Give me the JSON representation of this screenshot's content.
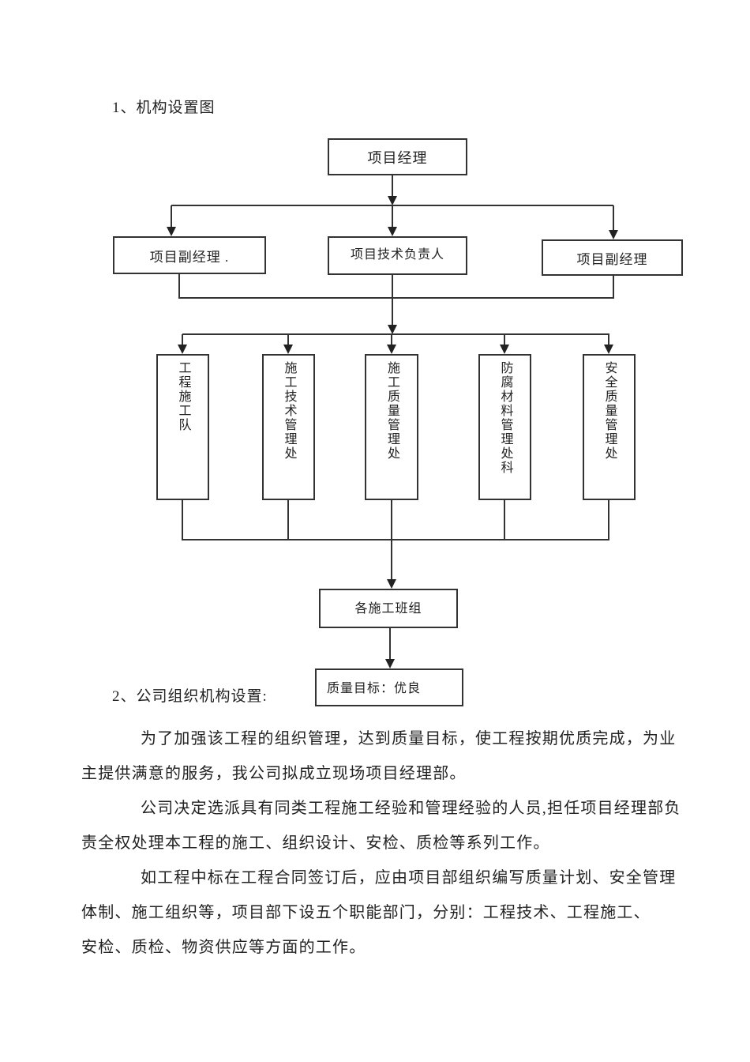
{
  "page": {
    "heading1": "1、机构设置图",
    "heading2": "2、公司组织机构设置:"
  },
  "chart": {
    "root": {
      "label": "项目经理"
    },
    "level2": [
      {
        "label": "项目副经理 ."
      },
      {
        "label": "项目技术负责人"
      },
      {
        "label": "项目副经理"
      }
    ],
    "level3": [
      {
        "label": "工程施工队"
      },
      {
        "label": "施工技术管理处"
      },
      {
        "label": "施工质量管理处"
      },
      {
        "label": "防腐材料管理处科"
      },
      {
        "label": "安全质量管理处"
      }
    ],
    "teams": {
      "label": "各施工班组"
    },
    "goal": {
      "label": "质量目标：优良"
    }
  },
  "body": {
    "lines": [
      {
        "text": "为了加强该工程的组织管理，达到质量目标，使工程按期优质完成，为业",
        "indent": true
      },
      {
        "text": "主提供满意的服务，我公司拟成立现场项目经理部。",
        "indent": false
      },
      {
        "text": "公司决定选派具有同类工程施工经验和管理经验的人员,担任项目经理部负",
        "indent": true
      },
      {
        "text": "责全权处理本工程的施工、组织设计、安检、质检等系列工作。",
        "indent": false
      },
      {
        "text": "如工程中标在工程合同签订后，应由项目部组织编写质量计划、安全管理",
        "indent": true
      },
      {
        "text": "体制、施工组织等，项目部下设五个职能部门，分别：工程技术、工程施工、",
        "indent": false
      },
      {
        "text": "安检、质检、物资供应等方面的工作。",
        "indent": false
      }
    ]
  },
  "colors": {
    "ink": "#222222",
    "line": "#333333",
    "background": "#ffffff"
  }
}
